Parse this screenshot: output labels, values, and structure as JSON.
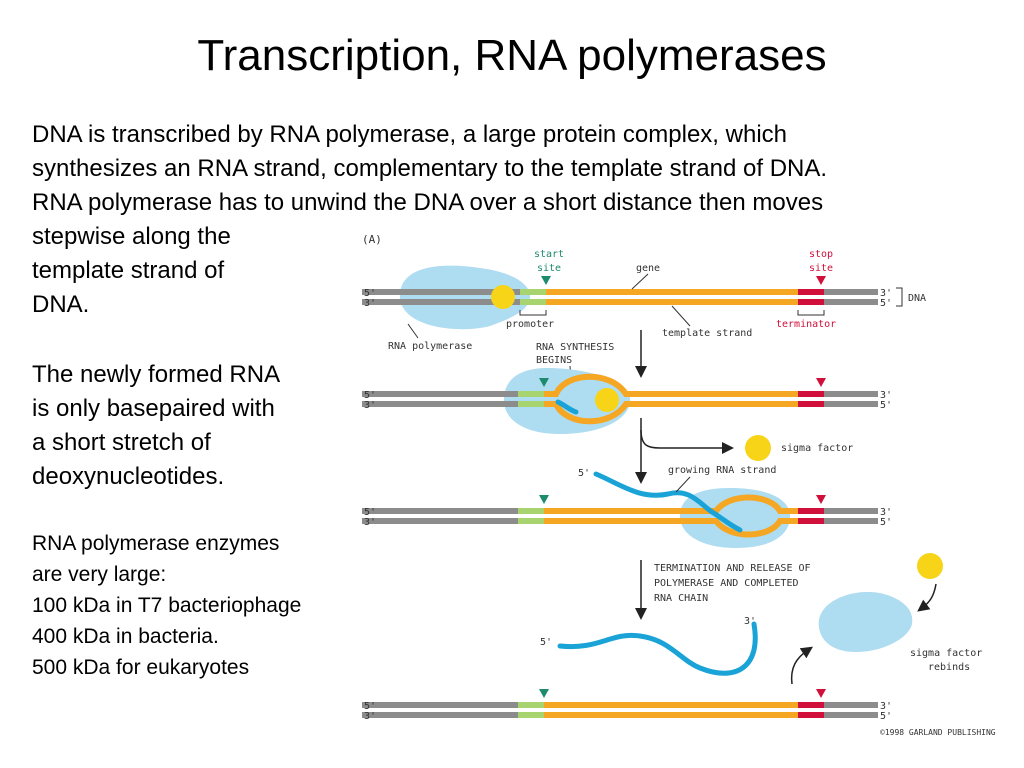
{
  "title": "Transcription, RNA polymerases",
  "intro": {
    "line1": "DNA is transcribed by RNA polymerase, a large protein complex, which",
    "line2": "synthesizes an RNA strand, complementary to the template strand of DNA.",
    "line3": "RNA polymerase has to unwind the DNA over a short distance then moves"
  },
  "left": {
    "line1": "stepwise along the",
    "line2": "template strand of",
    "line3": "DNA."
  },
  "para2": {
    "line1": "The newly formed RNA",
    "line2": "is only basepaired with",
    "line3": "a short stretch of",
    "line4": "deoxynucleotides."
  },
  "para3": {
    "line1": "RNA polymerase enzymes",
    "line2": "are very large:",
    "line3": "100 kDa in T7 bacteriophage",
    "line4": "400 kDa in bacteria.",
    "line5": "500 kDa for eukaryotes"
  },
  "figure": {
    "panel_label": "(A)",
    "start_site_1": "start",
    "start_site_2": "site",
    "gene": "gene",
    "stop_site_1": "stop",
    "stop_site_2": "site",
    "dna": "DNA",
    "promoter": "promoter",
    "template_strand": "template strand",
    "terminator": "terminator",
    "rna_polymerase": "RNA polymerase",
    "synthesis_begins_1": "RNA SYNTHESIS",
    "synthesis_begins_2": "BEGINS",
    "sigma_factor": "sigma factor",
    "growing_rna": "growing RNA strand",
    "termination_1": "TERMINATION AND RELEASE OF",
    "termination_2": "POLYMERASE AND COMPLETED",
    "termination_3": "RNA CHAIN",
    "sigma_rebinds_1": "sigma factor",
    "sigma_rebinds_2": "rebinds",
    "five_prime": "5'",
    "three_prime": "3'",
    "copyright": "©1998 GARLAND PUBLISHING"
  },
  "colors": {
    "dna_gray": "#8c8c8c",
    "gene_orange": "#f5a623",
    "promoter_green": "#a8d46f",
    "terminator_red": "#d0103a",
    "polymerase_blue": "#aedcf0",
    "rna_blue": "#1aa3d6",
    "sigma_yellow": "#f7d417",
    "start_green": "#1e8a6e"
  }
}
